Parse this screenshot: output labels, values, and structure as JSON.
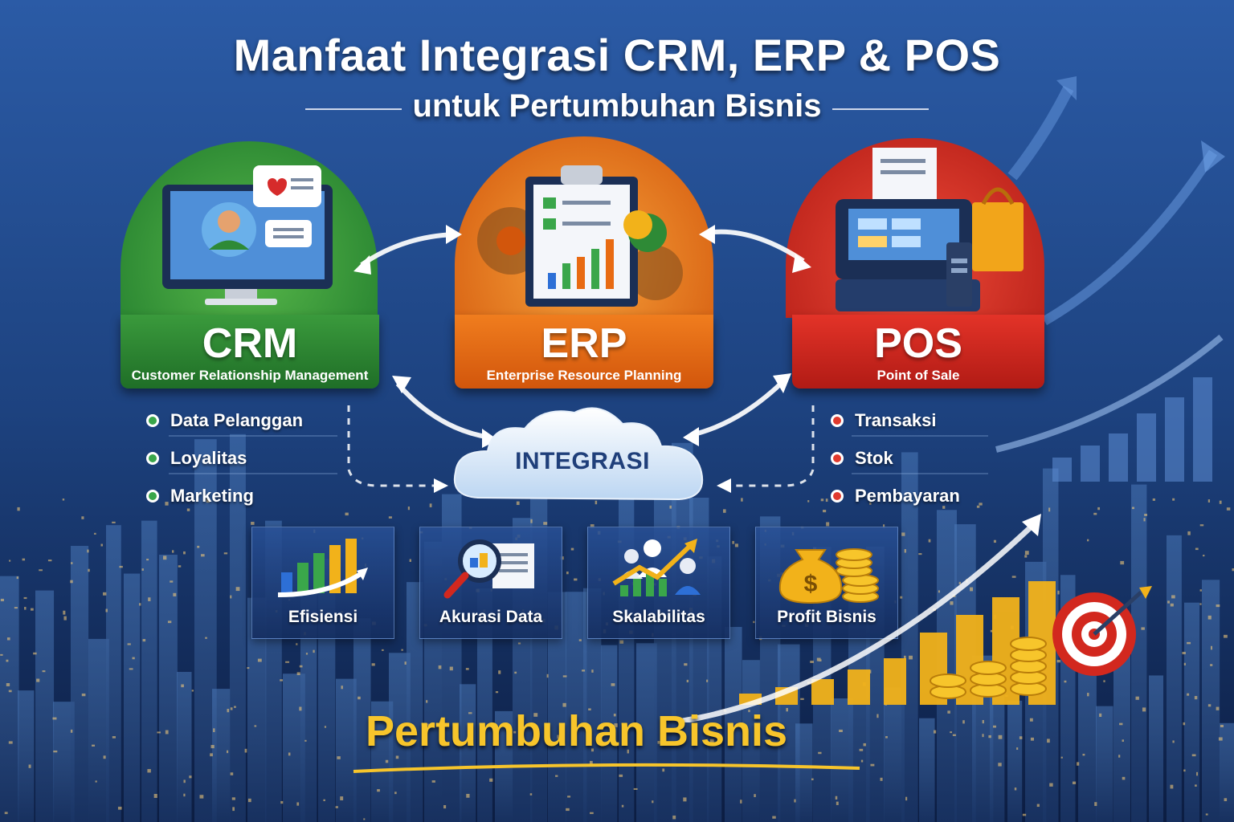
{
  "header": {
    "title": "Manfaat Integrasi CRM, ERP & POS",
    "subtitle": "untuk Pertumbuhan Bisnis"
  },
  "systems": [
    {
      "acronym": "CRM",
      "full_name": "Customer Relationship Management",
      "color": "#2e8a36"
    },
    {
      "acronym": "ERP",
      "full_name": "Enterprise Resource Planning",
      "color": "#e86a12"
    },
    {
      "acronym": "POS",
      "full_name": "Point of Sale",
      "color": "#d2281e"
    }
  ],
  "crm_features": [
    "Data Pelanggan",
    "Loyalitas",
    "Marketing"
  ],
  "pos_features": [
    "Transaksi",
    "Stok",
    "Pembayaran"
  ],
  "integration": {
    "label": "INTEGRASI"
  },
  "benefits": [
    "Efisiensi",
    "Akurasi Data",
    "Skalabilitas",
    "Profit Bisnis"
  ],
  "footer": {
    "label": "Pertumbuhan Bisnis"
  },
  "icons": {
    "crm": "monitor-user-chat-icon",
    "erp": "clipboard-gears-chart-icon",
    "pos": "cash-register-receipt-bag-icon",
    "efficiency": "bar-chart-arrow-icon",
    "accuracy": "magnifier-document-icon",
    "scalability": "people-growth-arrow-icon",
    "profit": "money-bag-coins-icon",
    "target": "target-arrow-icon"
  },
  "colors": {
    "accent_gold": "#f7c52b",
    "background": "#1c3f7a"
  }
}
